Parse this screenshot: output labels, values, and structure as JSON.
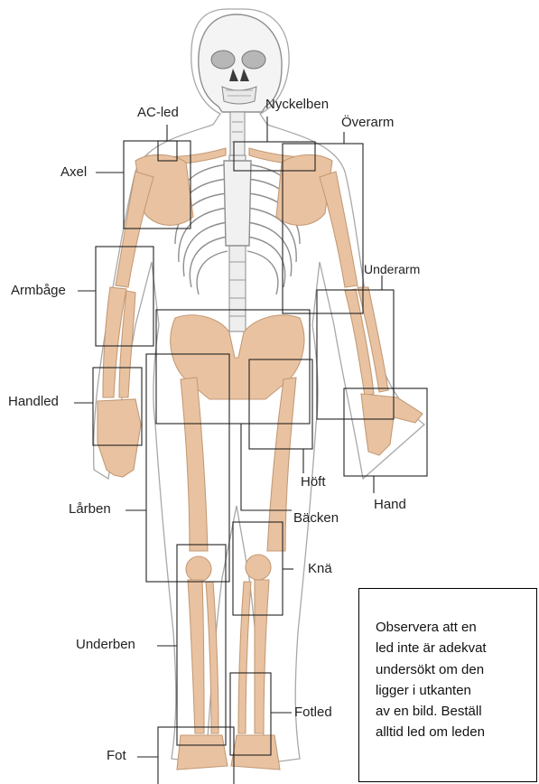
{
  "labels": {
    "ac_led": "AC-led",
    "nyckelben": "Nyckelben",
    "overarm": "Överarm",
    "axel": "Axel",
    "underarm": "Underarm",
    "armbage": "Armbåge",
    "handled": "Handled",
    "hoft": "Höft",
    "hand": "Hand",
    "larben": "Lårben",
    "backen": "Bäcken",
    "kna": "Knä",
    "underben": "Underben",
    "fotled": "Fotled",
    "fot": "Fot"
  },
  "note": {
    "lines": [
      "Observera att en",
      "led inte är adekvat",
      "undersökt om den",
      "ligger i utkanten",
      "av en bild. Beställ",
      "alltid led om leden"
    ]
  },
  "colors": {
    "bone": "#e9c3a1",
    "bone_outline": "#c49a76",
    "skull": "#f3f3f3",
    "skeleton_outline": "#9a9a9a",
    "box": "#222222"
  }
}
